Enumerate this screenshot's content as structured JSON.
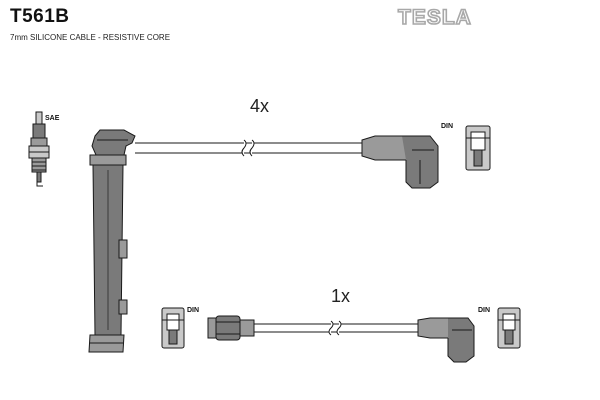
{
  "header": {
    "part_number": "T561B",
    "subtitle": "7mm SILICONE CABLE - RESISTIVE CORE",
    "brand": "TESLA"
  },
  "cables": [
    {
      "id": "long-lead",
      "quantity_label": "4x",
      "start_connector": "spark-plug-boot",
      "end_connector": "DIN"
    },
    {
      "id": "short-lead",
      "quantity_label": "1x",
      "start_connector": "DIN",
      "end_connector": "DIN"
    }
  ],
  "terminals": {
    "spark_plug": "SAE",
    "din_top": "DIN",
    "din_bottom_left": "DIN",
    "din_bottom_right": "DIN"
  },
  "colors": {
    "rubber_dark": "#7a7a7a",
    "rubber_mid": "#9a9a9a",
    "metal_light": "#c9c9c9",
    "brand_outline": "#a8a8a8"
  }
}
